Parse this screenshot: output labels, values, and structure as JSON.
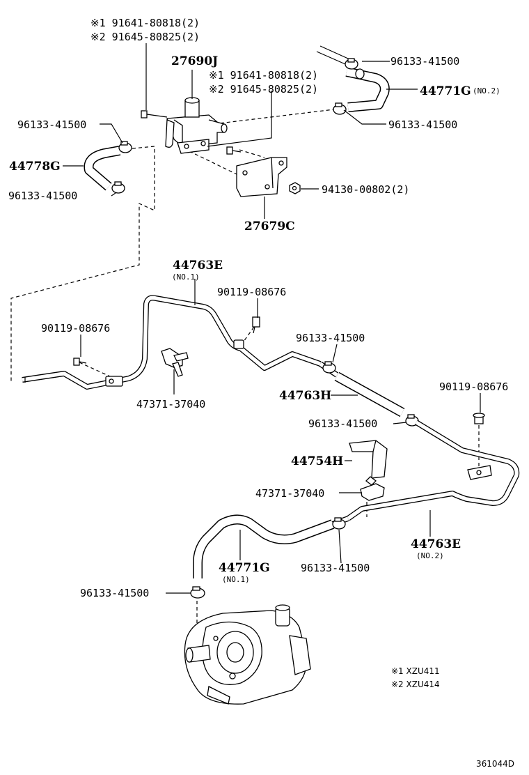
{
  "labels": {
    "clampTopRight": "96133-41500",
    "hoseNo2Num": "44771G",
    "hoseNo2Sub": "(NO.2)",
    "clampTopRight2": "96133-41500",
    "vsvNum": "27690J",
    "noteBolt1A": "※1 91641-80818(2)",
    "noteBolt2A": "※2 91645-80825(2)",
    "noteBolt1B": "※1 91641-80818(2)",
    "noteBolt2B": "※2 91645-80825(2)",
    "clampLeft1": "96133-41500",
    "hoseLeft": "44778G",
    "clampLeft2": "96133-41500",
    "nut": "94130-00802(2)",
    "bracketTop": "27679C",
    "pipeNo1Num": "44763E",
    "pipeNo1Sub": "(NO.1)",
    "boltMid": "90119-08676",
    "boltLeft": "90119-08676",
    "clampMid": "96133-41500",
    "clipLeft": "47371-37040",
    "hoseMid": "44763H",
    "boltRight": "90119-08676",
    "clampMid2": "96133-41500",
    "bracketMid": "44754H",
    "clipMid": "47371-37040",
    "pipeNo2Num": "44763E",
    "pipeNo2Sub": "(NO.2)",
    "hoseNo1Num": "44771G",
    "hoseNo1Sub": "(NO.1)",
    "clampLower": "96133-41500",
    "clampBottom": "96133-41500",
    "legend1": "※1 XZU411",
    "legend2": "※2 XZU414",
    "diagramId": "361044D"
  }
}
